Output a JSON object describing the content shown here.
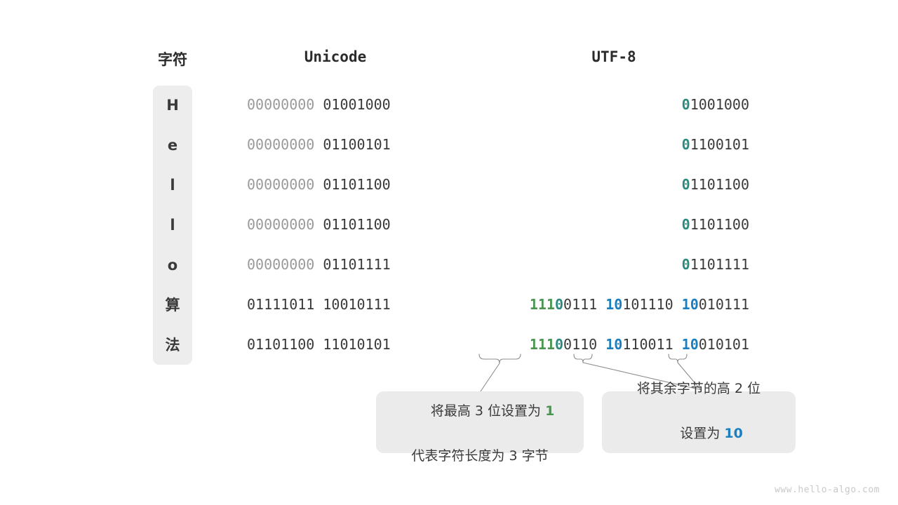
{
  "headers": {
    "character": "字符",
    "unicode": "Unicode",
    "utf8": "UTF-8"
  },
  "colors": {
    "green": "#48964f",
    "teal": "#2d8a7e",
    "blue": "#1a7fc1",
    "dark": "#3a3a3a",
    "dim": "#9a9a9a",
    "cell_bg": "#ededed",
    "callout_bg": "#ebebeb",
    "watermark": "#c9c9c9"
  },
  "rows": [
    {
      "char": "H",
      "unicode": "00000000 01001000",
      "unicode_dim": "00000000",
      "unicode_rest": " 01001000",
      "utf8_segments": [
        {
          "text": "0",
          "color": "teal"
        },
        {
          "text": "1001000",
          "color": "dark"
        }
      ]
    },
    {
      "char": "e",
      "unicode": "00000000 01100101",
      "unicode_dim": "00000000",
      "unicode_rest": " 01100101",
      "utf8_segments": [
        {
          "text": "0",
          "color": "teal"
        },
        {
          "text": "1100101",
          "color": "dark"
        }
      ]
    },
    {
      "char": "l",
      "unicode": "00000000 01101100",
      "unicode_dim": "00000000",
      "unicode_rest": " 01101100",
      "utf8_segments": [
        {
          "text": "0",
          "color": "teal"
        },
        {
          "text": "1101100",
          "color": "dark"
        }
      ]
    },
    {
      "char": "l",
      "unicode": "00000000 01101100",
      "unicode_dim": "00000000",
      "unicode_rest": " 01101100",
      "utf8_segments": [
        {
          "text": "0",
          "color": "teal"
        },
        {
          "text": "1101100",
          "color": "dark"
        }
      ]
    },
    {
      "char": "o",
      "unicode": "00000000 01101111",
      "unicode_dim": "00000000",
      "unicode_rest": " 01101111",
      "utf8_segments": [
        {
          "text": "0",
          "color": "teal"
        },
        {
          "text": "1101111",
          "color": "dark"
        }
      ]
    },
    {
      "char": "算",
      "unicode": "01111011 10010111",
      "unicode_dim": "",
      "unicode_rest": "01111011 10010111",
      "utf8_segments": [
        {
          "text": "111",
          "color": "green"
        },
        {
          "text": "0",
          "color": "teal"
        },
        {
          "text": "0111 ",
          "color": "dark"
        },
        {
          "text": "10",
          "color": "blue"
        },
        {
          "text": "101110 ",
          "color": "dark"
        },
        {
          "text": "10",
          "color": "blue"
        },
        {
          "text": "010111",
          "color": "dark"
        }
      ]
    },
    {
      "char": "法",
      "unicode": "01101100 11010101",
      "unicode_dim": "",
      "unicode_rest": "01101100 11010101",
      "utf8_segments": [
        {
          "text": "111",
          "color": "green"
        },
        {
          "text": "0",
          "color": "teal"
        },
        {
          "text": "0110 ",
          "color": "dark"
        },
        {
          "text": "10",
          "color": "blue"
        },
        {
          "text": "110011 ",
          "color": "dark"
        },
        {
          "text": "10",
          "color": "blue"
        },
        {
          "text": "010101",
          "color": "dark"
        }
      ]
    }
  ],
  "callouts": {
    "left": {
      "line1_pre": "将最高 3 位设置为 ",
      "line1_hl": "1",
      "line1_hl_color": "green",
      "line2": "代表字符长度为 3 字节"
    },
    "right": {
      "line1": "将其余字节的高 2 位",
      "line2_pre": "设置为 ",
      "line2_hl": "10",
      "line2_hl_color": "blue"
    }
  },
  "watermark": "www.hello-algo.com"
}
